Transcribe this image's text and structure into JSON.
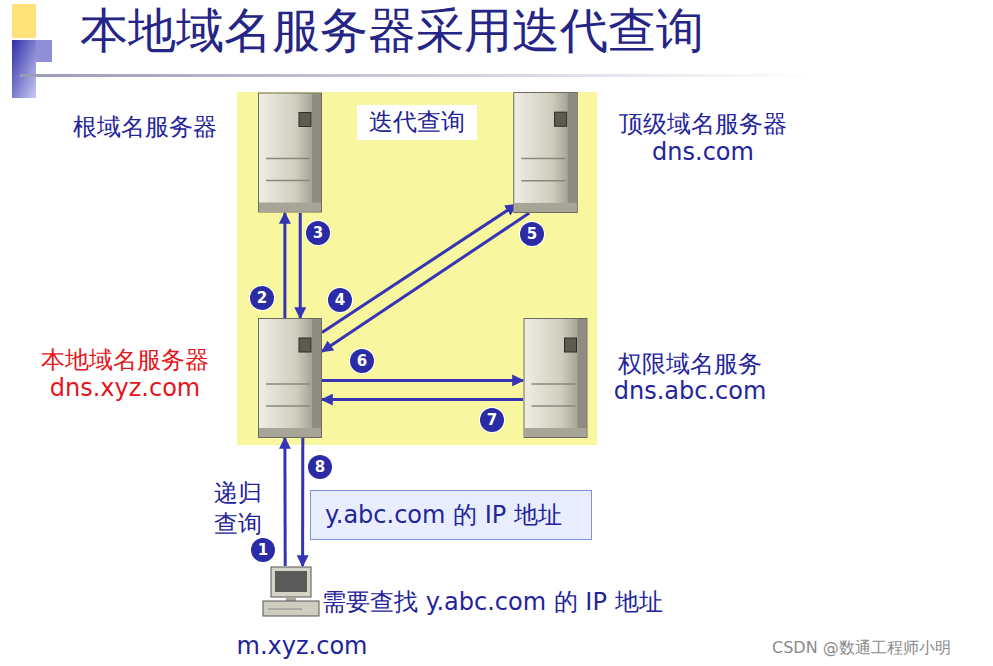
{
  "diagram": {
    "title": "本地域名服务器采用迭代查询",
    "nodes": [
      {
        "text": [
          "迭代查询"
        ]
      },
      {
        "text": [
          "根域名服务器"
        ]
      },
      {
        "text": [
          "顶级域名服务器",
          "dns.com"
        ]
      },
      {
        "text": [
          "本地域名服务器",
          "dns.xyz.com"
        ]
      },
      {
        "text": [
          "权限域名服务",
          "dns.abc.com"
        ]
      },
      {
        "text": [
          "y.abc.com 的 IP 地址"
        ]
      },
      {
        "text": [
          "需要查找 y.abc.com 的 IP 地址",
          "m.xyz.com"
        ]
      }
    ],
    "edges": [
      {
        "from": 6,
        "to": 3,
        "arrow": "to",
        "label": "1"
      },
      {
        "from": 3,
        "to": 1,
        "arrow": "to",
        "label": "2"
      },
      {
        "from": 1,
        "to": 3,
        "arrow": "to",
        "label": "3"
      },
      {
        "from": 3,
        "to": 2,
        "arrow": "to",
        "label": "4"
      },
      {
        "from": 2,
        "to": 3,
        "arrow": "to",
        "label": "5"
      },
      {
        "from": 3,
        "to": 4,
        "arrow": "to",
        "label": "6"
      },
      {
        "from": 4,
        "to": 3,
        "arrow": "to",
        "label": "7"
      },
      {
        "from": 3,
        "to": 6,
        "arrow": "to",
        "label": "8"
      }
    ],
    "labels": [
      "递归 查询",
      "CSDN @数通工程师小明"
    ]
  }
}
